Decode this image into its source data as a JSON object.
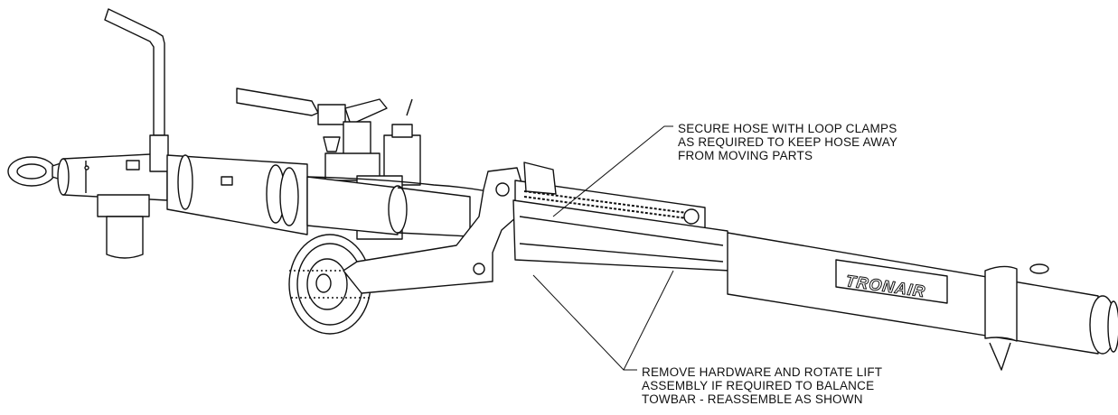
{
  "callouts": {
    "secure_hose": [
      "SECURE HOSE WITH LOOP CLAMPS",
      "AS REQUIRED TO KEEP HOSE AWAY",
      "FROM MOVING PARTS"
    ],
    "remove_hardware": [
      "REMOVE HARDWARE AND ROTATE LIFT",
      "ASSEMBLY IF REQUIRED TO BALANCE",
      "TOWBAR - REASSEMBLE AS SHOWN"
    ]
  },
  "brand_label": "TRONAIR",
  "colors": {
    "line": "#111111",
    "fill": "#ffffff",
    "shade": "#d9d9d9"
  }
}
